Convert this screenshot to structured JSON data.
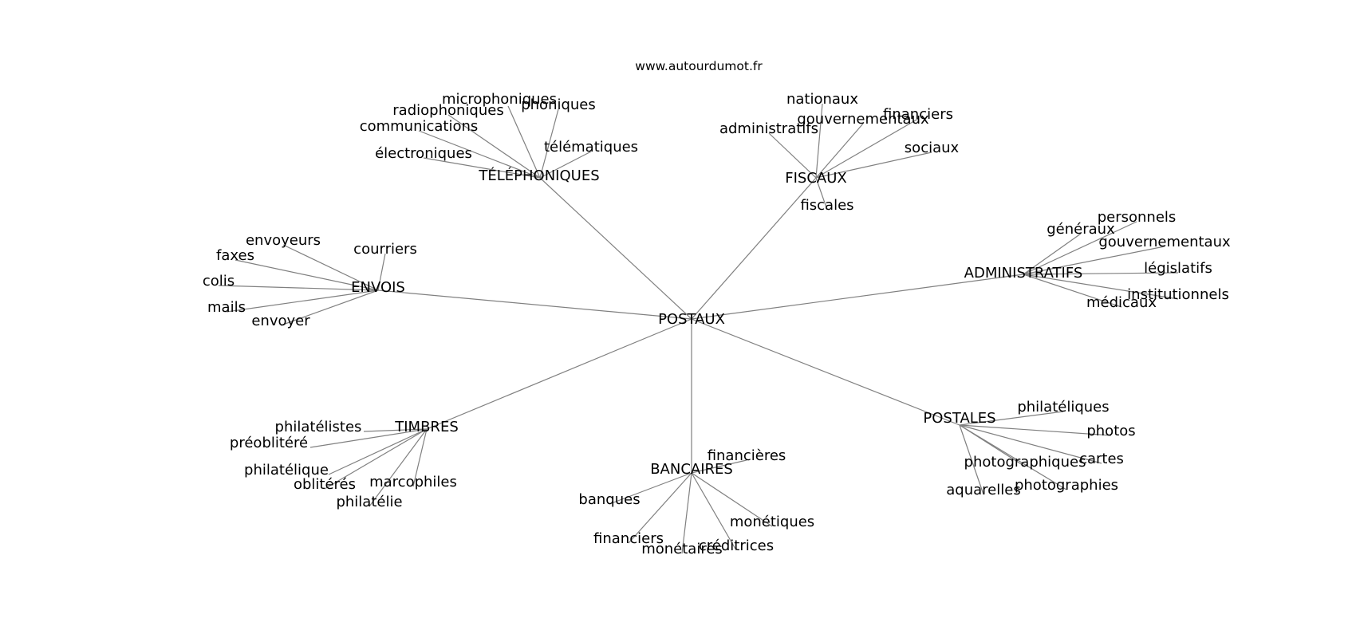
{
  "watermark": "www.autourdumot.fr",
  "center": "POSTAUX",
  "groups": [
    {
      "label": "TÉLÉPHONIQUES",
      "words": [
        "microphoniques",
        "phoniques",
        "radiophoniques",
        "communications",
        "télématiques",
        "électroniques"
      ]
    },
    {
      "label": "FISCAUX",
      "words": [
        "nationaux",
        "financiers",
        "gouvernementaux",
        "administratifs",
        "sociaux",
        "fiscales"
      ]
    },
    {
      "label": "ADMINISTRATIFS",
      "words": [
        "personnels",
        "généraux",
        "gouvernementaux",
        "législatifs",
        "institutionnels",
        "médicaux"
      ]
    },
    {
      "label": "ENVOIS",
      "words": [
        "envoyeurs",
        "courriers",
        "faxes",
        "colis",
        "mails",
        "envoyer"
      ]
    },
    {
      "label": "TIMBRES",
      "words": [
        "philatélistes",
        "préoblitéré",
        "philatélique",
        "oblitérés",
        "marcophiles",
        "philatélie"
      ]
    },
    {
      "label": "BANCAIRES",
      "words": [
        "financières",
        "banques",
        "monétiques",
        "financiers",
        "créditrices",
        "monétaires"
      ]
    },
    {
      "label": "POSTALES",
      "words": [
        "philatéliques",
        "photos",
        "photographiques",
        "cartes",
        "photographies",
        "aquarelles"
      ]
    }
  ]
}
